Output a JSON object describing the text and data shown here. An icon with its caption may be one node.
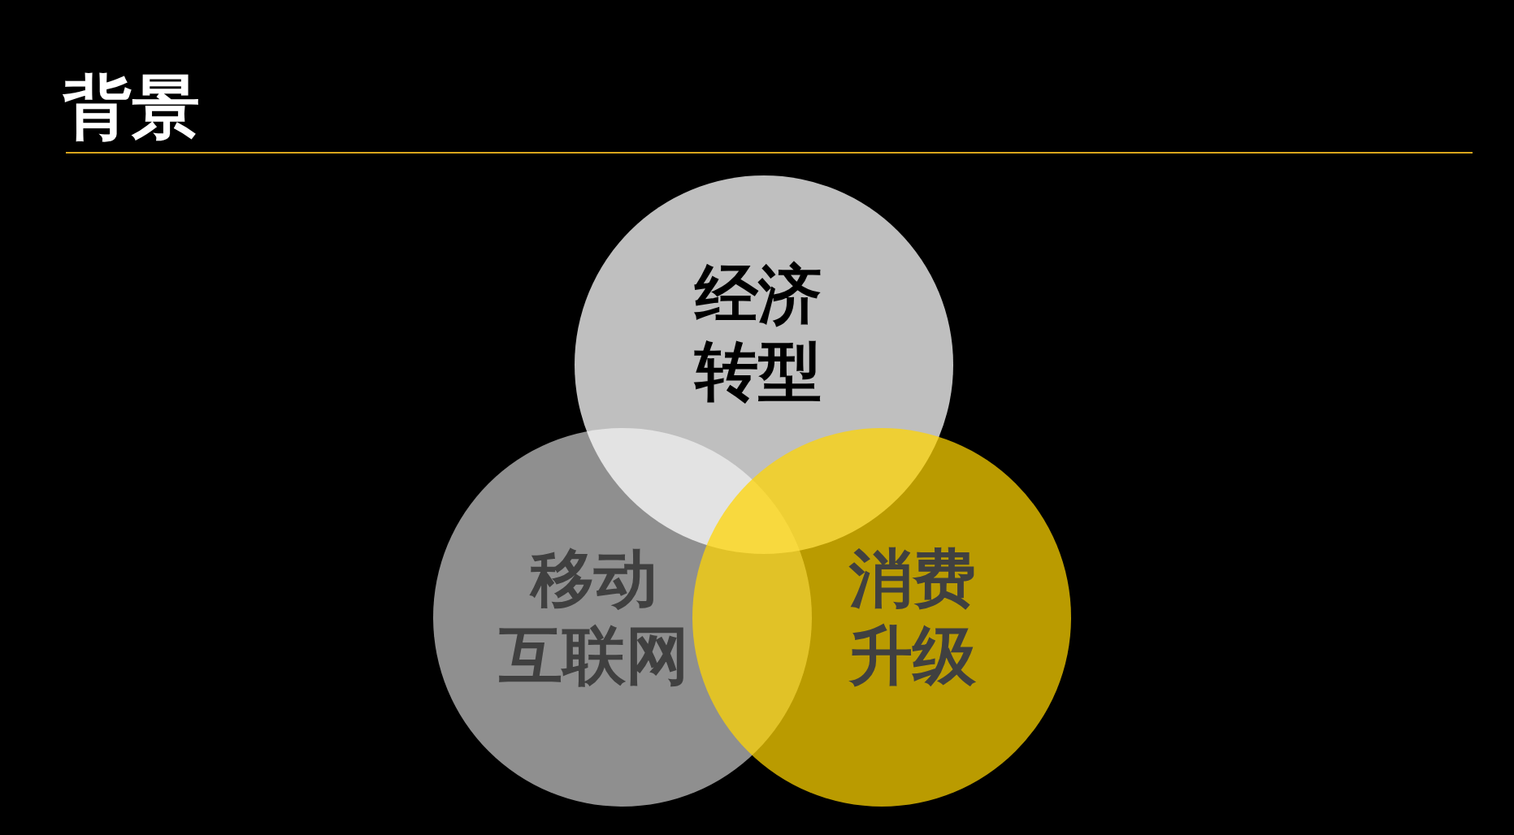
{
  "diagram": {
    "title": "背景",
    "nodes": [
      {
        "text": [
          "经济转型"
        ]
      },
      {
        "text": [
          "移动互联网"
        ]
      },
      {
        "text": [
          "消费升级"
        ]
      }
    ]
  }
}
